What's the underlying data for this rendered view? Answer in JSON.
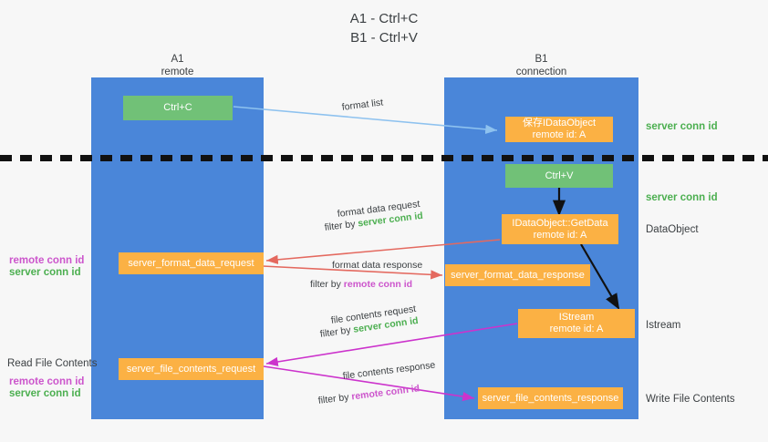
{
  "title": "A1 - Ctrl+C\nB1 - Ctrl+V",
  "columns": [
    {
      "name": "A1",
      "sub": "remote"
    },
    {
      "name": "B1",
      "sub": "connection"
    }
  ],
  "colors": {
    "lane": "#4a86d9",
    "orange": "#fbb144",
    "green_box": "#71c177",
    "server_conn_id": "#4caf50",
    "remote_conn_id": "#cc55cc",
    "arrow_red": "#e4695f",
    "arrow_magenta": "#cc33cc",
    "arrow_blue": "#8ec2ef",
    "arrow_black": "#111111"
  },
  "nodes": {
    "ctrl_c": {
      "line1": "Ctrl+C",
      "line2": ""
    },
    "save_idataobject": {
      "line1": "保存IDataObject",
      "line2": "remote id: A"
    },
    "ctrl_v": {
      "line1": "Ctrl+V",
      "line2": ""
    },
    "getdata": {
      "line1": "IDataObject::GetData",
      "line2": "remote id: A"
    },
    "server_format_data_request": {
      "line1": "server_format_data_request",
      "line2": ""
    },
    "server_format_data_response": {
      "line1": "server_format_data_response",
      "line2": ""
    },
    "istream": {
      "line1": "IStream",
      "line2": "remote id: A"
    },
    "server_file_contents_request": {
      "line1": "server_file_contents_request",
      "line2": ""
    },
    "server_file_contents_response": {
      "line1": "server_file_contents_response",
      "line2": ""
    }
  },
  "right_labels": {
    "server_conn_id_top": "server conn id",
    "server_conn_id_mid": "server conn id",
    "dataobject": "DataObject",
    "istream": "Istream",
    "write_file_contents": "Write File Contents"
  },
  "left_labels": {
    "remote_conn_id_1": "remote conn id",
    "server_conn_id_1": "server conn id",
    "read_file_contents": "Read File Contents",
    "remote_conn_id_2": "remote conn id",
    "server_conn_id_2": "server conn id"
  },
  "edges": {
    "format_list": "format list",
    "format_data_request_l1": "format data request",
    "format_data_request_l2_prefix": "filter by ",
    "format_data_request_l2_key": "server conn id",
    "format_data_response_l1": "format data response",
    "format_data_response_l2_prefix": "filter by ",
    "format_data_response_l2_key": "remote conn id",
    "file_contents_request_l1": "file contents request",
    "file_contents_request_l2_prefix": "filter by ",
    "file_contents_request_l2_key": "server conn id",
    "file_contents_response_l1": "file contents response",
    "file_contents_response_l2_prefix": "filter by ",
    "file_contents_response_l2_key": "remote conn id"
  }
}
